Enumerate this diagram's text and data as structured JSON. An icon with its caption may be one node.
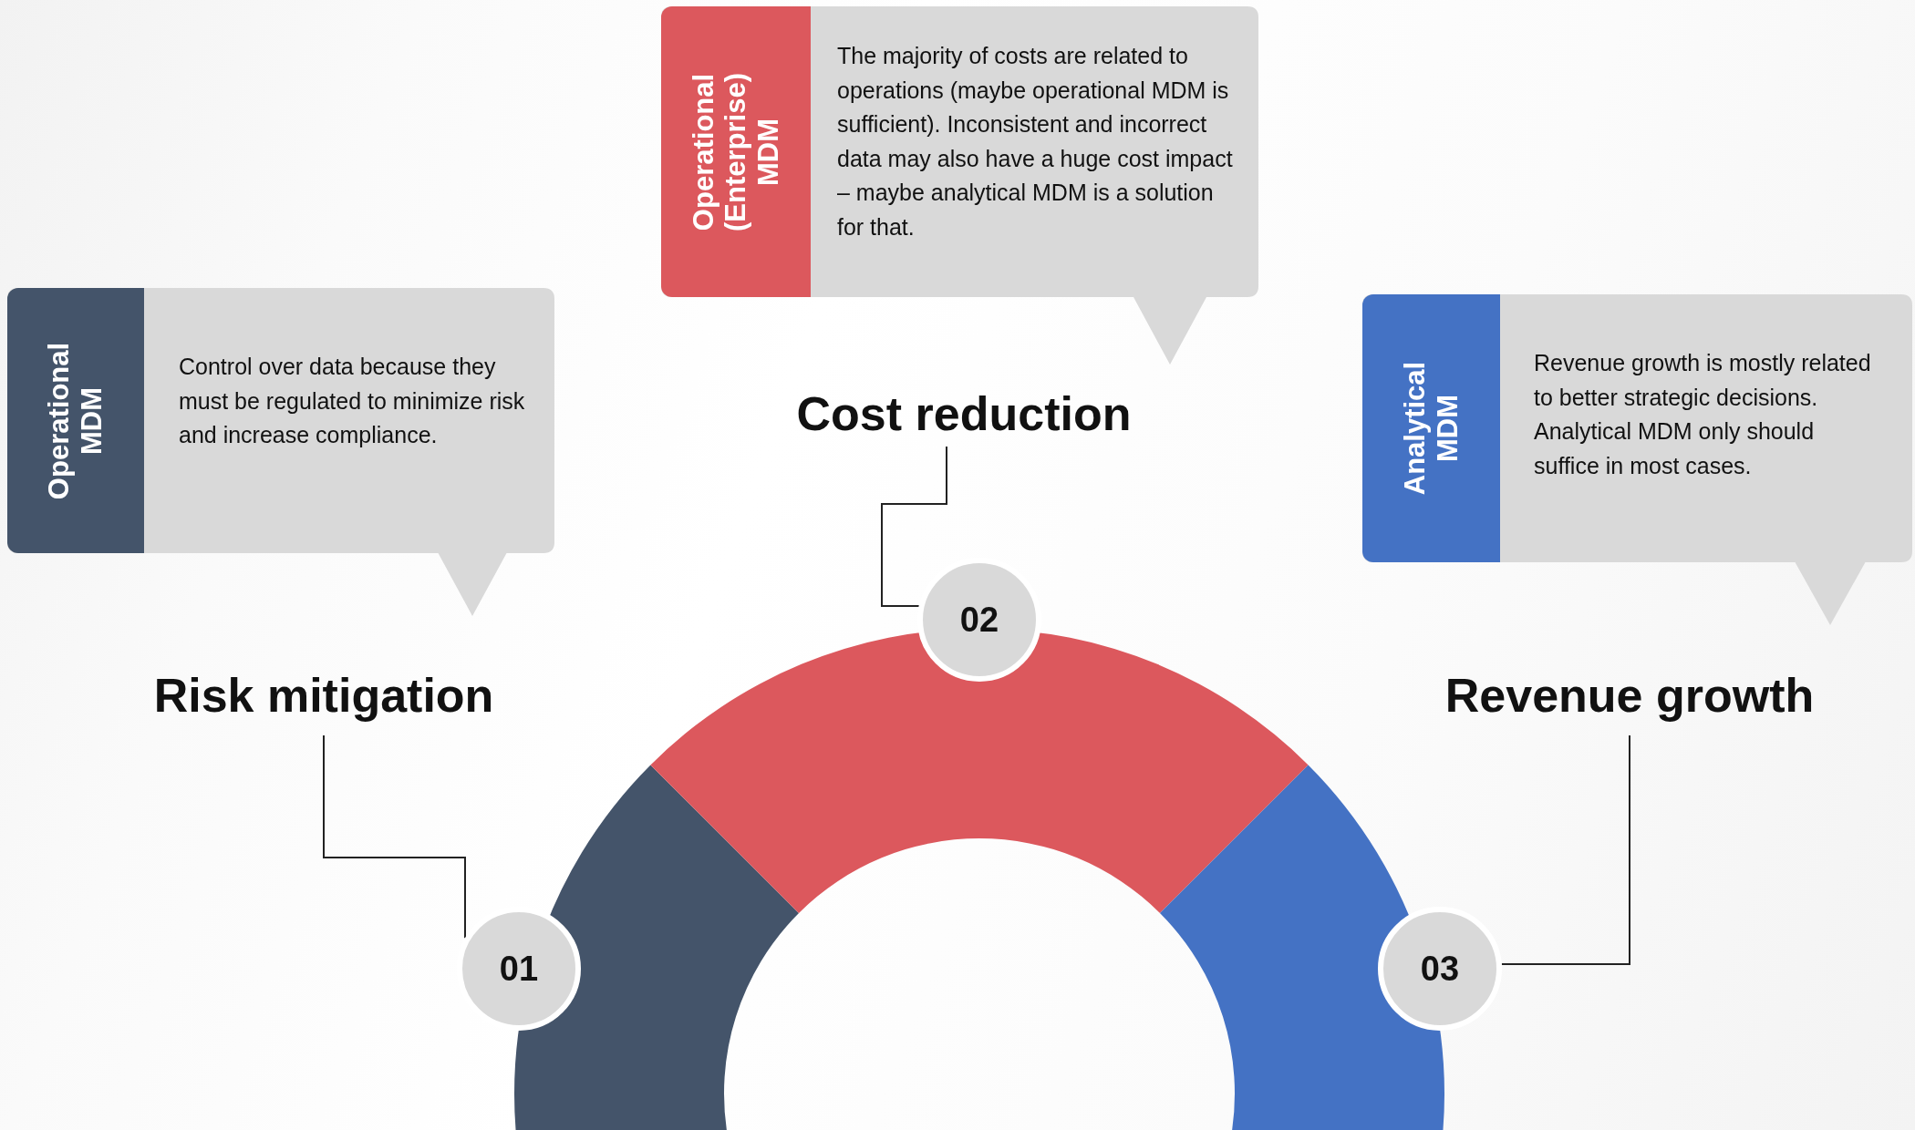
{
  "diagram": {
    "nodes": [
      {
        "text": [
          "Operational (Enterprise) MDM",
          "The majority of costs are related to operations (maybe operational MDM is sufficient). Inconsistent and incorrect data may also have a huge cost impact – maybe analytical MDM is a solution for that."
        ]
      },
      {
        "text": [
          "Operational MDM",
          "Control over data because they must be regulated to minimize risk and increase compliance."
        ]
      },
      {
        "text": [
          "Analytical MDM",
          "Revenue growth is mostly related to better strategic decisions. Analytical MDM only should suffice in most cases."
        ]
      },
      {
        "text": [
          "Cost reduction"
        ]
      },
      {
        "text": [
          "Risk mitigation"
        ]
      },
      {
        "text": [
          "Revenue growth"
        ]
      },
      {
        "text": [
          "02"
        ]
      },
      {
        "text": [
          "01"
        ]
      },
      {
        "text": [
          "03"
        ]
      }
    ],
    "edges": [
      {
        "from": 3,
        "to": 6,
        "arrow": "none"
      },
      {
        "from": 4,
        "to": 7,
        "arrow": "none"
      },
      {
        "from": 5,
        "to": 8,
        "arrow": "none"
      }
    ]
  }
}
